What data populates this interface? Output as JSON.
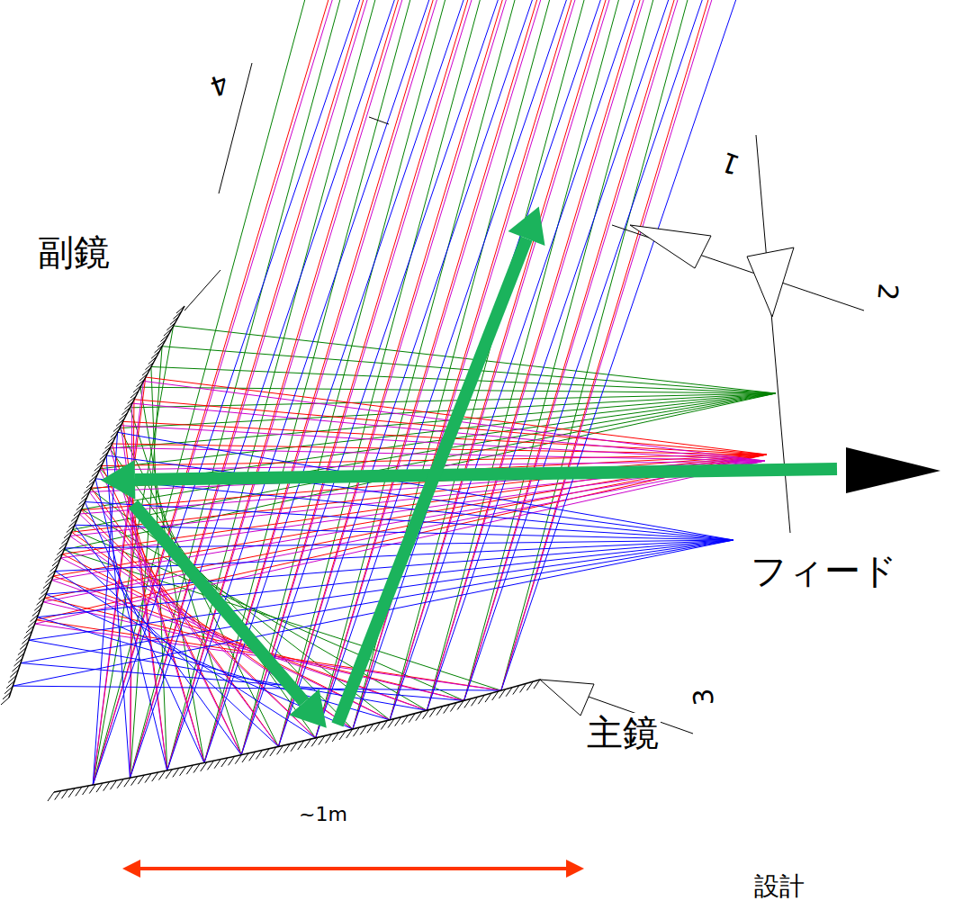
{
  "diagram": {
    "labels": [
      "副鏡",
      "フィード",
      "主鏡",
      "~1m",
      "4",
      "1",
      "2",
      "3",
      "設計"
    ]
  }
}
